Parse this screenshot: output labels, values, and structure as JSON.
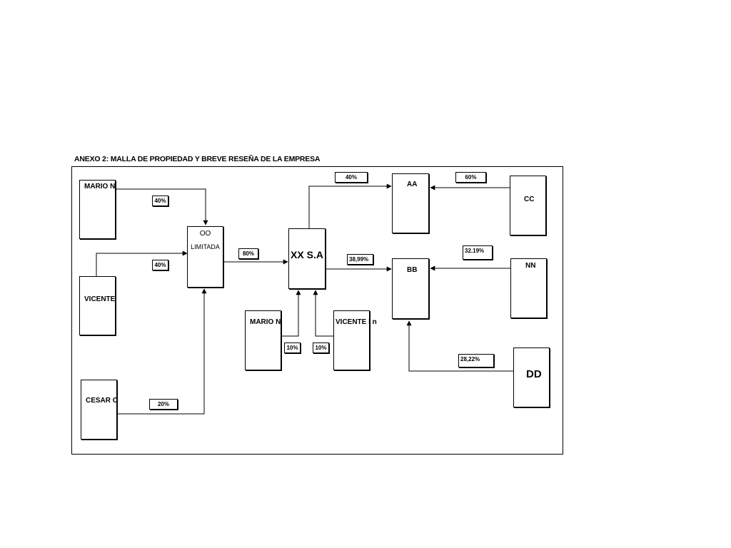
{
  "title": "ANEXO 2: MALLA DE PROPIEDAD Y BREVE RESEÑA DE LA EMPRESA",
  "entities": {
    "mario_n": "MARIO N",
    "vicente": "VICENTE",
    "cesar_c": "CESAR C",
    "oo_line1": "OO",
    "oo_line2": "LIMITADA",
    "xx": "XX S.A",
    "mario_n2": "MARIO  N",
    "vicente_ln": "VICENTE l n",
    "aa": "AA",
    "bb": "BB",
    "cc": "CC",
    "nn": "NN",
    "dd": "DD"
  },
  "percentages": {
    "mario_oo": "40%",
    "vicente_oo": "40%",
    "cesar_oo": "20%",
    "oo_xx": "80%",
    "mario2_xx": "10%",
    "vicenteln_xx": "10%",
    "xx_aa": "40%",
    "cc_aa": "60%",
    "xx_bb": "38,99%",
    "nn_bb": "32.19%",
    "dd_bb": "28,22%"
  }
}
